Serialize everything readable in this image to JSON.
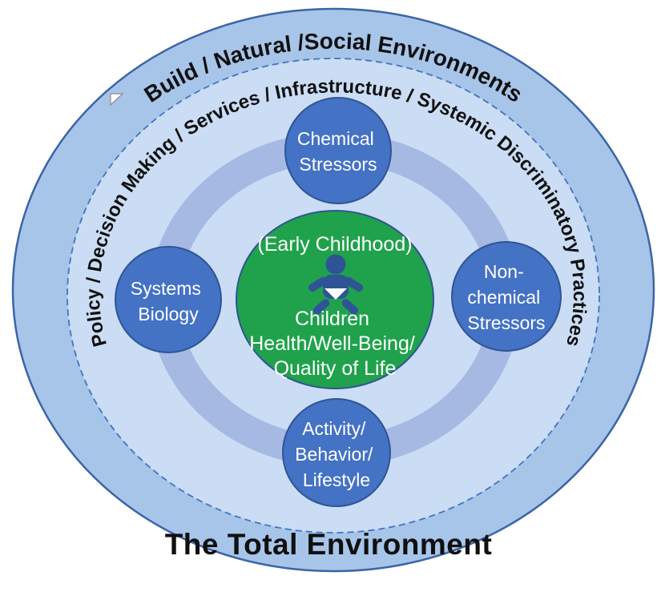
{
  "diagram": {
    "outer_band_label": "Build / Natural /Social Environments",
    "middle_band_label": "Policy / Decision Making / Services / Infrastructure / Systemic Discriminatory Practices",
    "bottom_label": "The Total Environment",
    "center": {
      "heading": "(Early Childhood)",
      "icon": "baby-icon",
      "line1": "Children",
      "line2": "Health/Well-Being/",
      "line3": "Quality of Life"
    },
    "nodes": {
      "chemical": {
        "line1": "Chemical",
        "line2": "Stressors"
      },
      "nonchemical": {
        "line1": "Non-",
        "line2": "chemical",
        "line3": "Stressors"
      },
      "activity": {
        "line1": "Activity/",
        "line2": "Behavior/",
        "line3": "Lifestyle"
      },
      "systems": {
        "line1": "Systems",
        "line2": "Biology"
      }
    },
    "colors": {
      "outer_band": "#A7C5E8",
      "inner_band": "#CBDDF4",
      "orbit_ring": "#A6B9E3",
      "node_fill": "#4472C4",
      "node_border": "#2F5496",
      "center_fill": "#1FA24B",
      "outline": "#3C64A8",
      "dash": "#4472C4",
      "icon_fill": "#2F5496"
    }
  }
}
